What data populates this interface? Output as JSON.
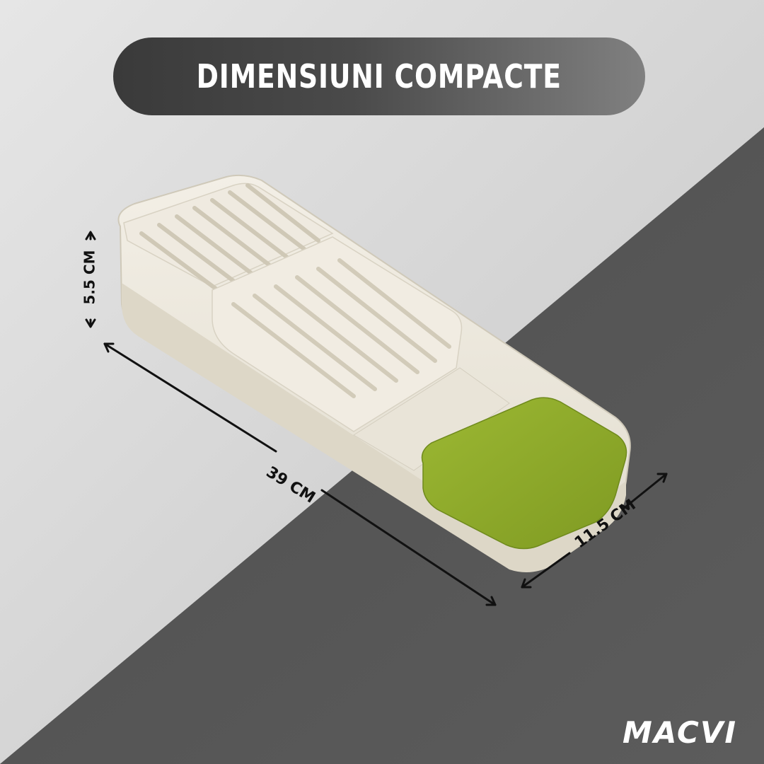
{
  "header": {
    "title": "DIMENSIUNI COMPACTE"
  },
  "dimensions": {
    "height": "5.5 CM",
    "length": "39 CM",
    "width": "11.5 CM"
  },
  "brand": {
    "name": "MACVI"
  },
  "colors": {
    "background_light": "#d8d8d8",
    "background_dark": "#545454",
    "tray": "#ece7da",
    "mat": "#8ba829",
    "title_pill": "#454545"
  }
}
